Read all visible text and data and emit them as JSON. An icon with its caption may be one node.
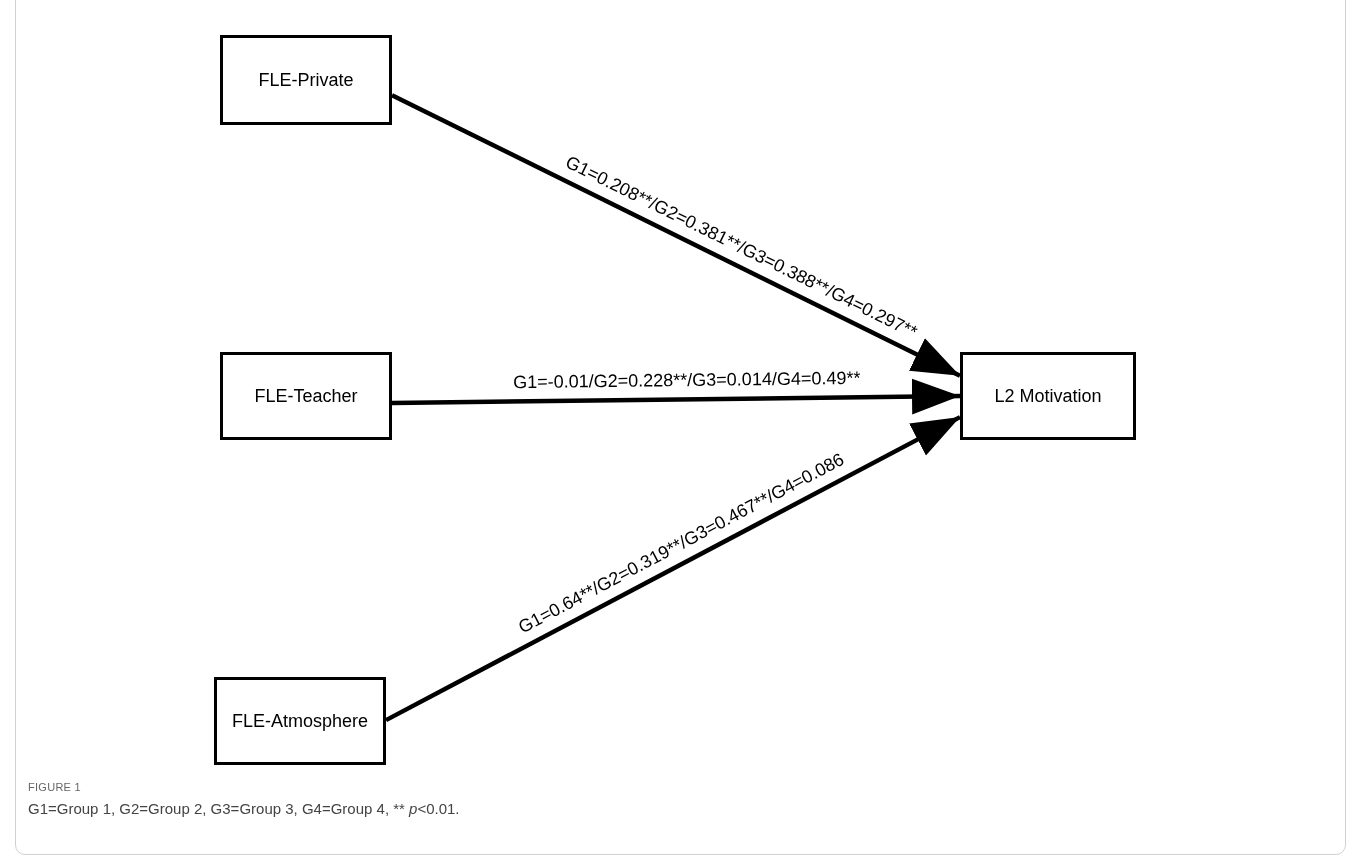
{
  "diagram": {
    "caption": "G1=Group 1, G2=Group 2, G3=Group 3, G4=Group 4, ** *p*<0.01.",
    "nodes": [
      {
        "text": [
          "FLE-Private"
        ]
      },
      {
        "text": [
          "FLE-Teacher"
        ]
      },
      {
        "text": [
          "FLE-Atmosphere"
        ]
      },
      {
        "text": [
          "L2 Motivation"
        ]
      }
    ],
    "edges": [
      {
        "from": 0,
        "to": 3,
        "arrow": "to",
        "label": "G1=0.208**/G2=0.381**/G3=0.388**/G4=0.297**"
      },
      {
        "from": 1,
        "to": 3,
        "arrow": "to",
        "label": "G1=-0.01/G2=0.228**/G3=0.014/G4=0.49**"
      },
      {
        "from": 2,
        "to": 3,
        "arrow": "to",
        "label": "G1=0.64**/G2=0.319**/G3=0.467**/G4=0.086"
      }
    ],
    "labels": [
      "FIGURE 1"
    ]
  }
}
